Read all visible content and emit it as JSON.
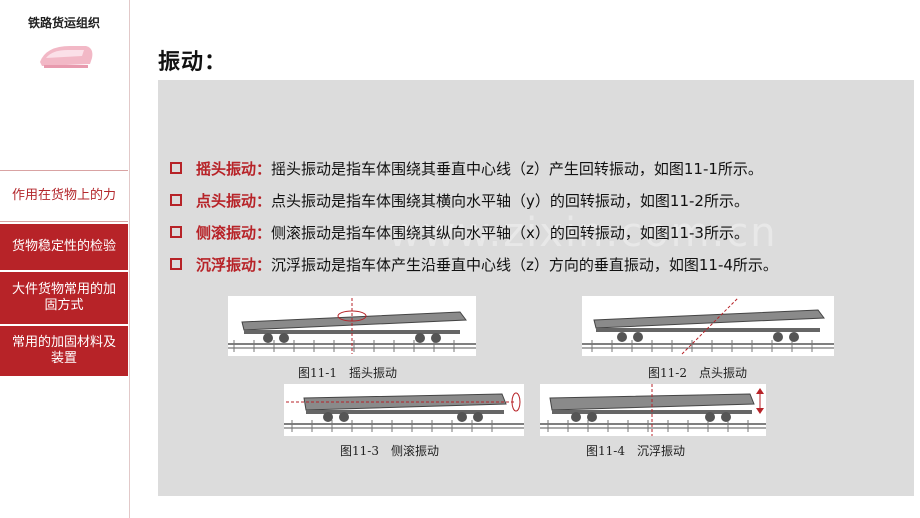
{
  "sidebar": {
    "brand": "铁路货运组织",
    "items": [
      {
        "label": "作用在货物上的力",
        "active": true
      },
      {
        "label": "货物稳定性的检验",
        "active": false
      },
      {
        "label": "大件货物常用的加固方式",
        "active": false
      },
      {
        "label": "常用的加固材料及装置",
        "active": false
      }
    ]
  },
  "main": {
    "title": "振动：",
    "bullets": [
      {
        "term": "摇头振动：",
        "text": "摇头振动是指车体围绕其垂直中心线（z）产生回转振动，如图11-1所示。"
      },
      {
        "term": "点头振动：",
        "text": "点头振动是指车体围绕其横向水平轴（y）的回转振动，如图11-2所示。"
      },
      {
        "term": "侧滚振动：",
        "text": "侧滚振动是指车体围绕其纵向水平轴（x）的回转振动，如图11-3所示。"
      },
      {
        "term": "沉浮振动：",
        "text": "沉浮振动是指车体产生沿垂直中心线（z）方向的垂直振动，如图11-4所示。"
      }
    ],
    "figures": [
      {
        "caption": "图11-1　摇头振动",
        "axis": "z"
      },
      {
        "caption": "图11-2　点头振动",
        "axis": "y"
      },
      {
        "caption": "图11-3　侧滚振动",
        "axis": "x"
      },
      {
        "caption": "图11-4　沉浮振动",
        "axis": "z"
      }
    ],
    "watermark": "www.zixin.com.cn"
  },
  "colors": {
    "accent": "#b72328",
    "panel": "#dcdcdc"
  }
}
